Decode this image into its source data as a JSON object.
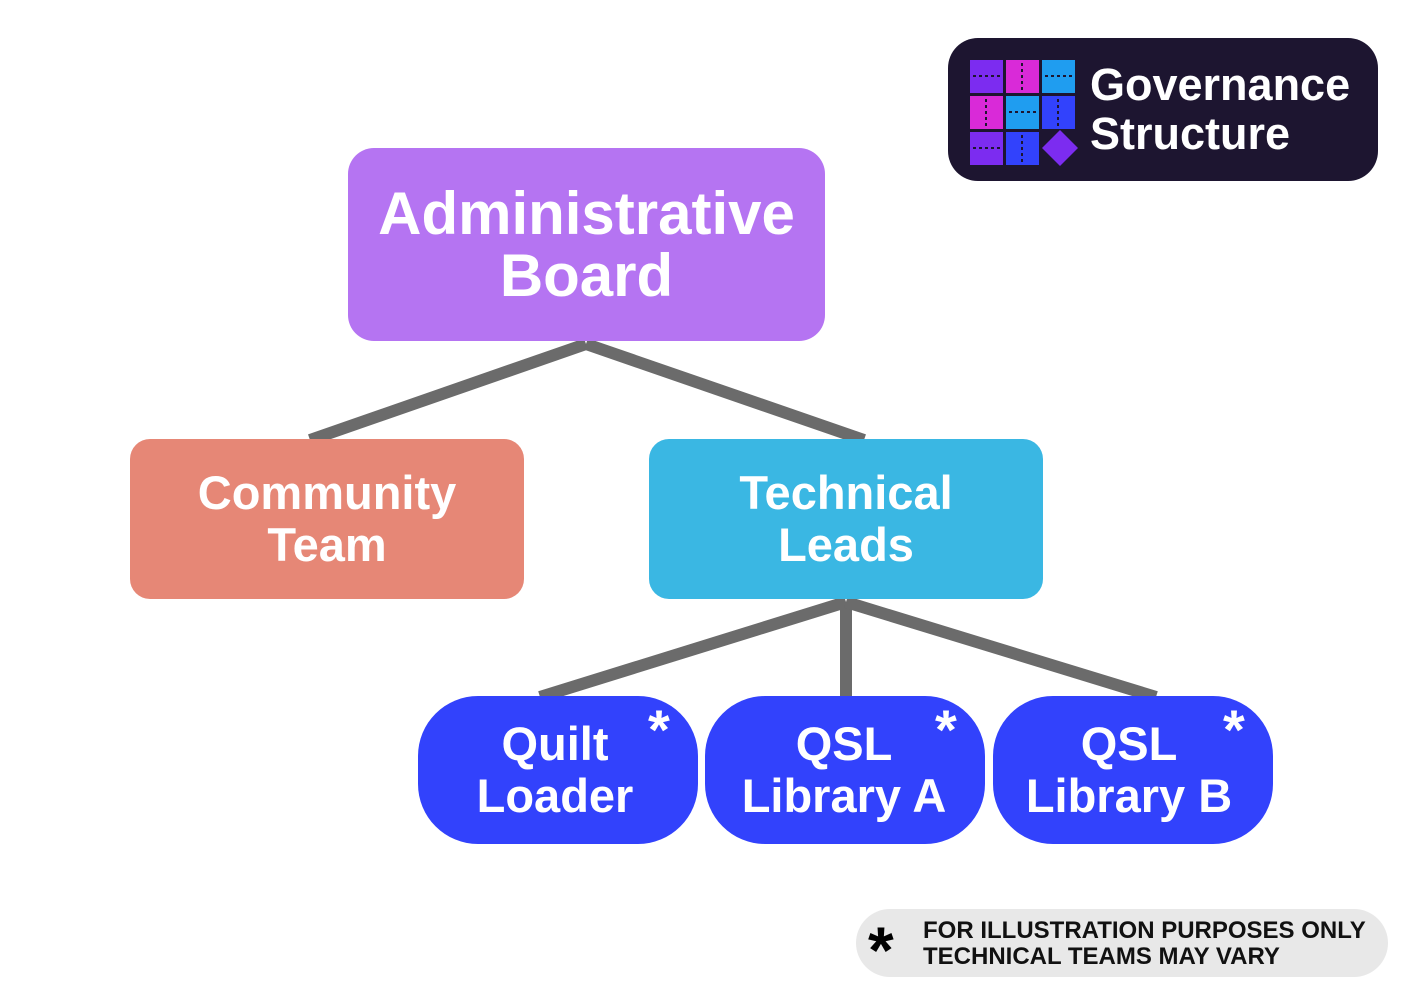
{
  "badge": {
    "logo_icon": "quilt-patchwork-icon",
    "title_line1": "Governance",
    "title_line2": "Structure",
    "background": "#1d1530"
  },
  "nodes": {
    "administrative_board": {
      "line1": "Administrative",
      "line2": "Board",
      "color": "#b574f2"
    },
    "community_team": {
      "line1": "Community",
      "line2": "Team",
      "color": "#e68776"
    },
    "technical_leads": {
      "line1": "Technical",
      "line2": "Leads",
      "color": "#3ab7e3"
    },
    "teams": [
      {
        "line1": "Quilt",
        "line2": "Loader",
        "marker": "*",
        "color": "#3242fc"
      },
      {
        "line1": "QSL",
        "line2": "Library A",
        "marker": "*",
        "color": "#3242fc"
      },
      {
        "line1": "QSL",
        "line2": "Library B",
        "marker": "*",
        "color": "#3242fc"
      }
    ]
  },
  "connector_color": "#6b6b6b",
  "footnote": {
    "marker": "*",
    "line1": "FOR ILLUSTRATION PURPOSES ONLY",
    "line2": "TECHNICAL TEAMS MAY VARY"
  }
}
